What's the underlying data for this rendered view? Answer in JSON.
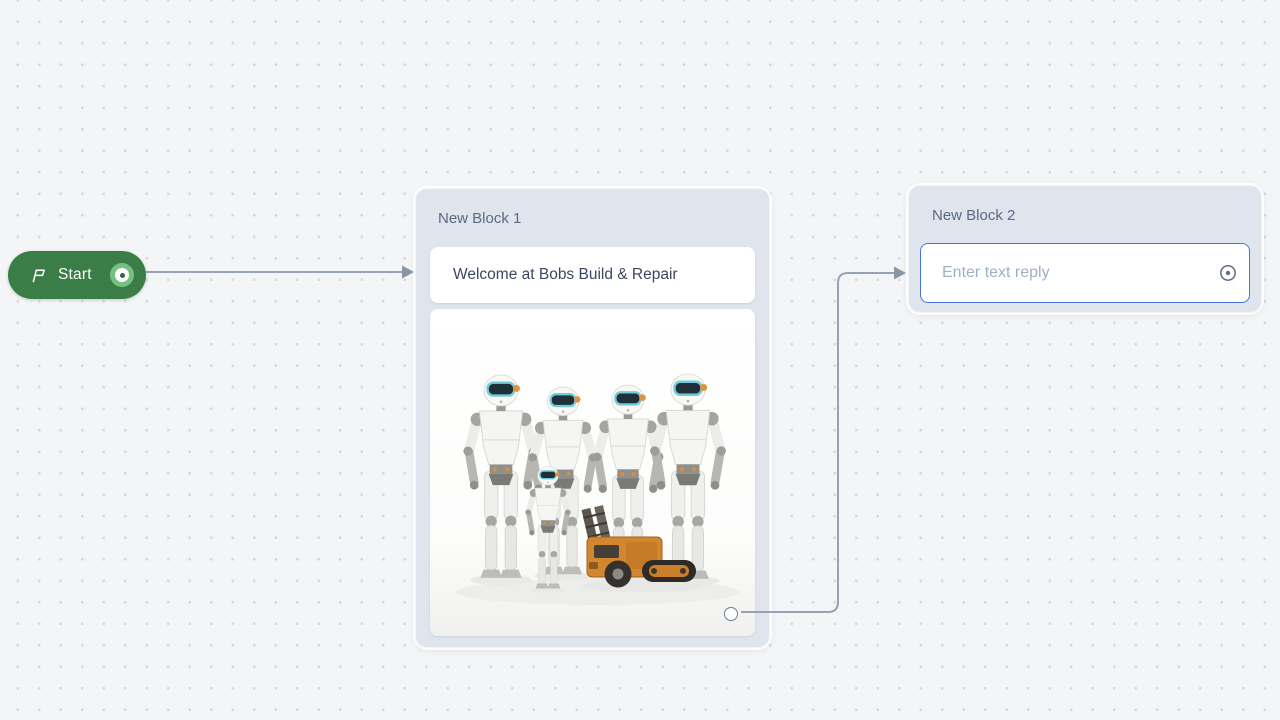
{
  "canvas": {
    "background": "#f4f5f6",
    "dot_color": "#d6d8dc"
  },
  "start_node": {
    "label": "Start",
    "background": "#3a7d46",
    "icon": "flag-icon"
  },
  "blocks": [
    {
      "title": "New Block 1",
      "message": "Welcome at Bobs Build & Repair",
      "image_description": "Team of five white humanoid robots with teal visors and an orange utility forklift robot on a white background"
    },
    {
      "title": "New Block 2",
      "input_placeholder": "Enter text reply",
      "input_icon": "circle-dot-icon"
    }
  ],
  "colors": {
    "accent_green": "#3a7d46",
    "port_ring_green": "#74c182",
    "card_background": "#dfe4ed",
    "card_title": "#5a6a82",
    "message_text": "#3e4663",
    "input_border": "#4377d6",
    "placeholder_text": "#9fb0c4",
    "connector": "#99a2b4"
  }
}
